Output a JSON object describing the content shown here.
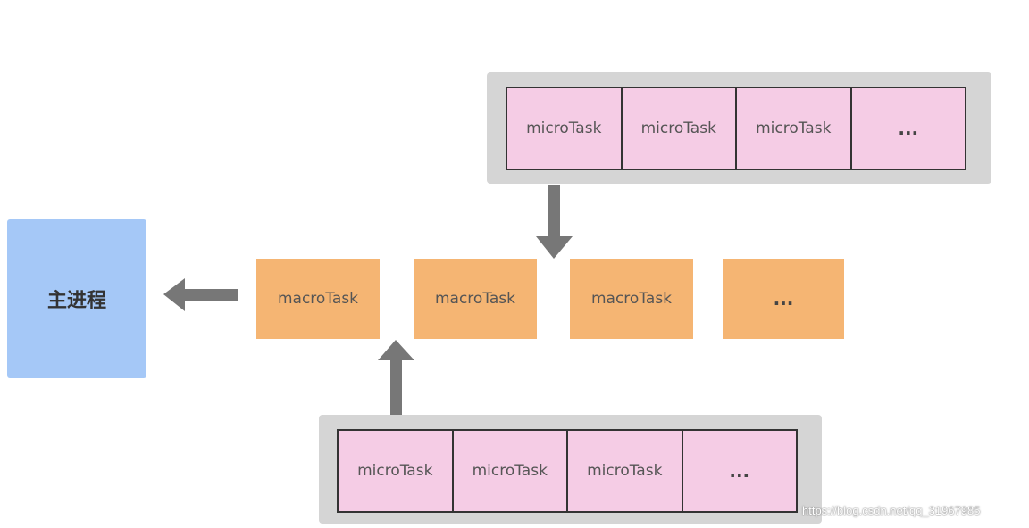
{
  "main_process": {
    "label": "主进程"
  },
  "micro_queue_top": {
    "items": [
      "microTask",
      "microTask",
      "microTask",
      "..."
    ]
  },
  "macro_queue": {
    "items": [
      "macroTask",
      "macroTask",
      "macroTask",
      "..."
    ]
  },
  "micro_queue_bottom": {
    "items": [
      "microTask",
      "microTask",
      "microTask",
      "..."
    ]
  },
  "watermark": {
    "text": "https://blog.csdn.net/qq_31967985"
  },
  "colors": {
    "main_process": "#a5c8f7",
    "macro_task": "#f5b573",
    "micro_task": "#f5cce5",
    "queue_frame": "#d5d5d5",
    "arrow": "#777777"
  }
}
